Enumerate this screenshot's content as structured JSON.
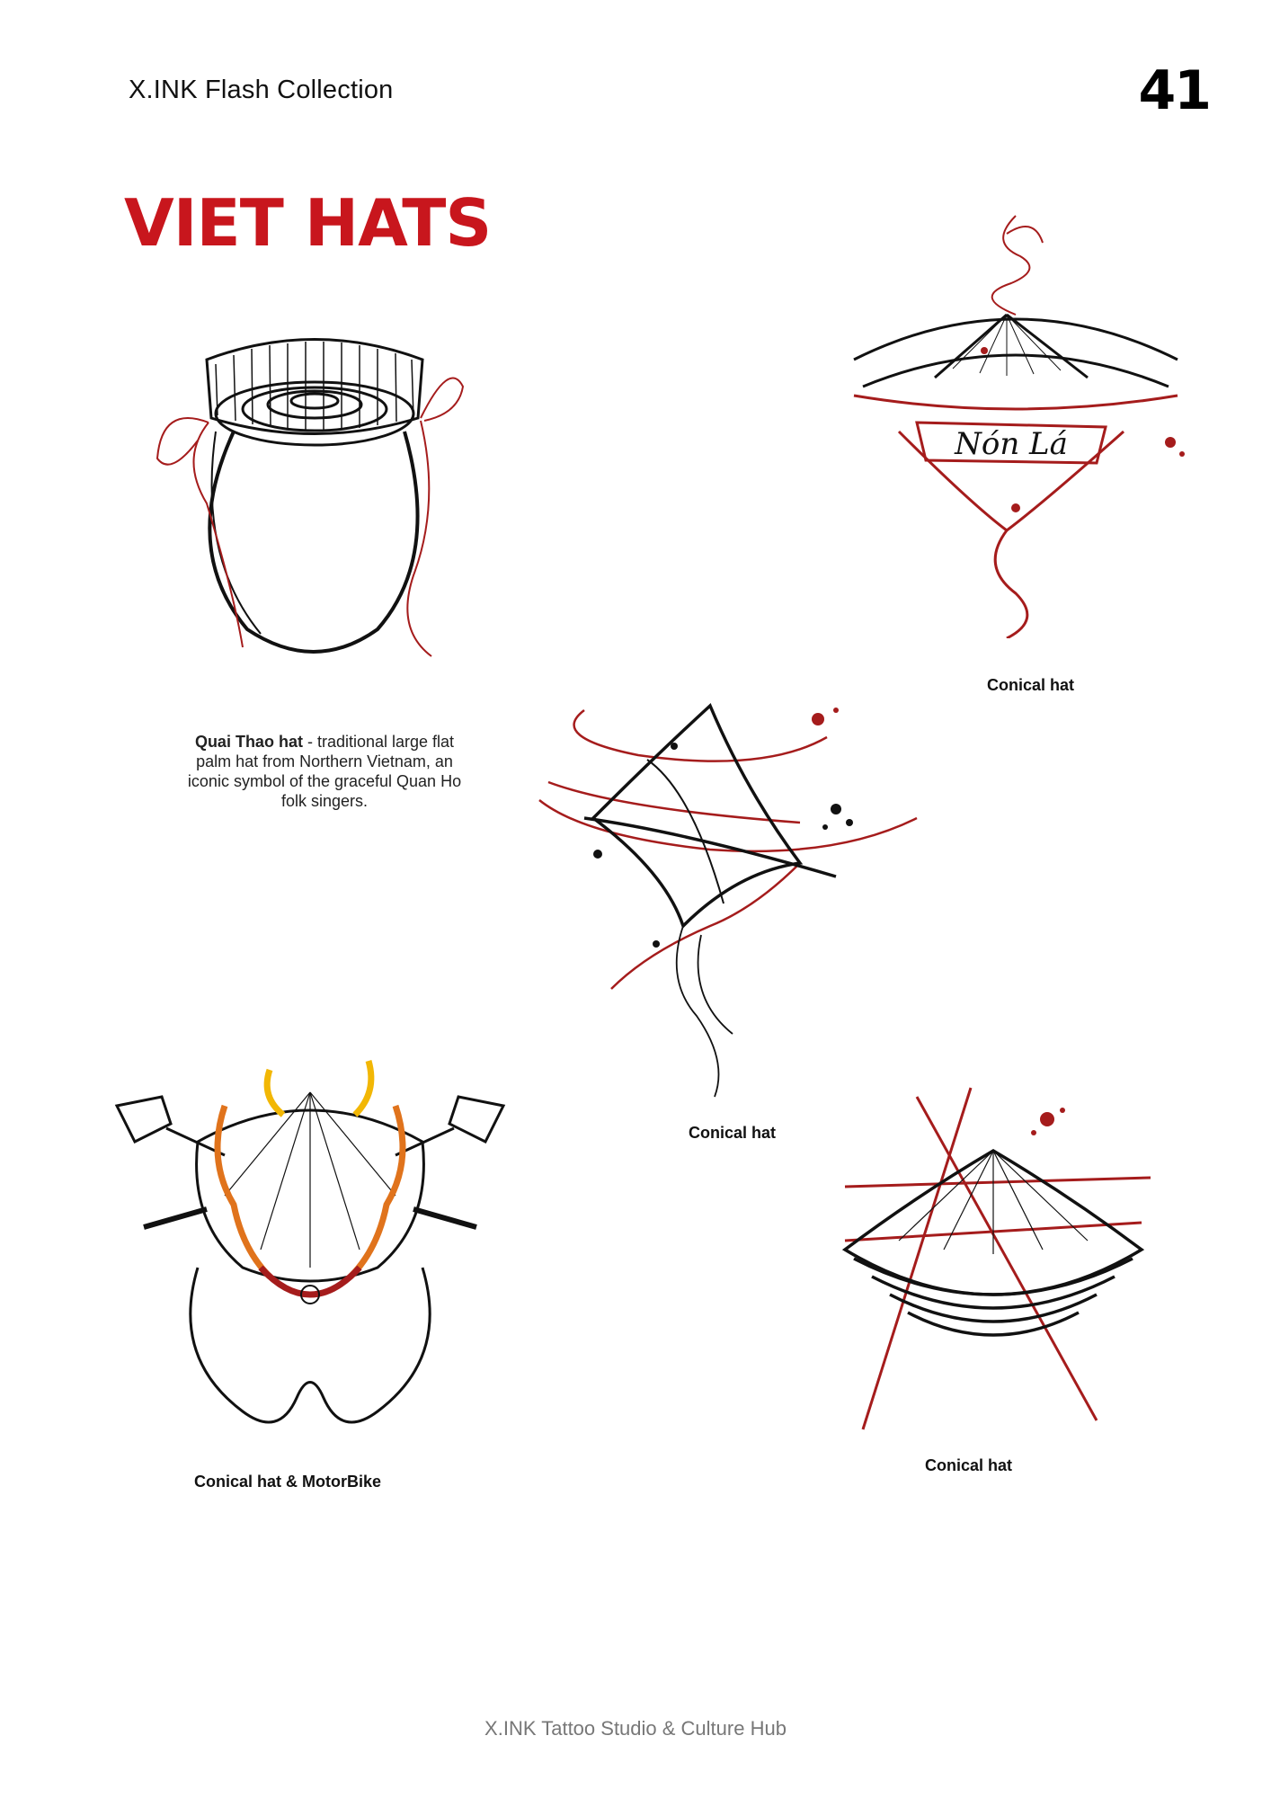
{
  "header": {
    "collection_title": "X.INK Flash Collection",
    "page_number": "41"
  },
  "section": {
    "title": "VIET HATS"
  },
  "items": [
    {
      "caption": "Quai Thao hat",
      "description": " - traditional large flat palm hat from Northern Vietnam, an iconic symbol of the graceful Quan Ho folk singers."
    },
    {
      "caption": "Conical hat",
      "art_text": "Nón Lá"
    },
    {
      "caption": "Conical hat"
    },
    {
      "caption": "Conical hat & MotorBike"
    },
    {
      "caption": "Conical hat"
    }
  ],
  "footer": {
    "text": "X.INK Tattoo Studio & Culture Hub"
  },
  "colors": {
    "accent_red": "#c8161d",
    "ink_black": "#111111",
    "ink_red": "#a51c1c",
    "flame_orange": "#e0731c",
    "flame_yellow": "#f2b705"
  }
}
